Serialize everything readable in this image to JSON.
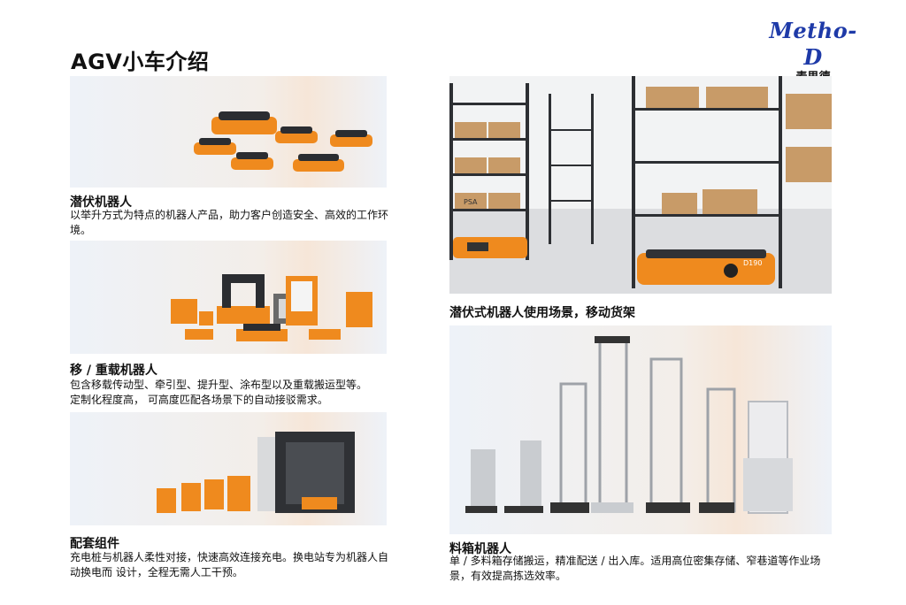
{
  "page": {
    "title": "AGV小车介绍"
  },
  "logo": {
    "brand": "Metho-D",
    "subtitle": "麦思德"
  },
  "sections": {
    "latent": {
      "title": "潜伏机器人",
      "desc": "以举升方式为特点的机器人产品，助力客户创造安全、高效的工作环境。"
    },
    "heavy": {
      "title": "移 / 重载机器人",
      "desc_line1": "包含移载传动型、牵引型、提升型、涂布型以及重载搬运型等。",
      "desc_line2": "定制化程度高， 可高度匹配各场景下的自动接驳需求。"
    },
    "accessories": {
      "title": "配套组件",
      "desc": "充电桩与机器人柔性对接，快速高效连接充电。换电站专为机器人自动换电而 设计，全程无需人工干预。"
    },
    "scene": {
      "caption": "潜伏式机器人使用场景，移动货架",
      "box_label": "PSA",
      "robot_label": "D190"
    },
    "bin": {
      "title": "料箱机器人",
      "desc": "单 / 多料箱存储搬运，精准配送 / 出入库。适用高位密集存储、窄巷道等作业场景，有效提高拣选效率。"
    }
  }
}
